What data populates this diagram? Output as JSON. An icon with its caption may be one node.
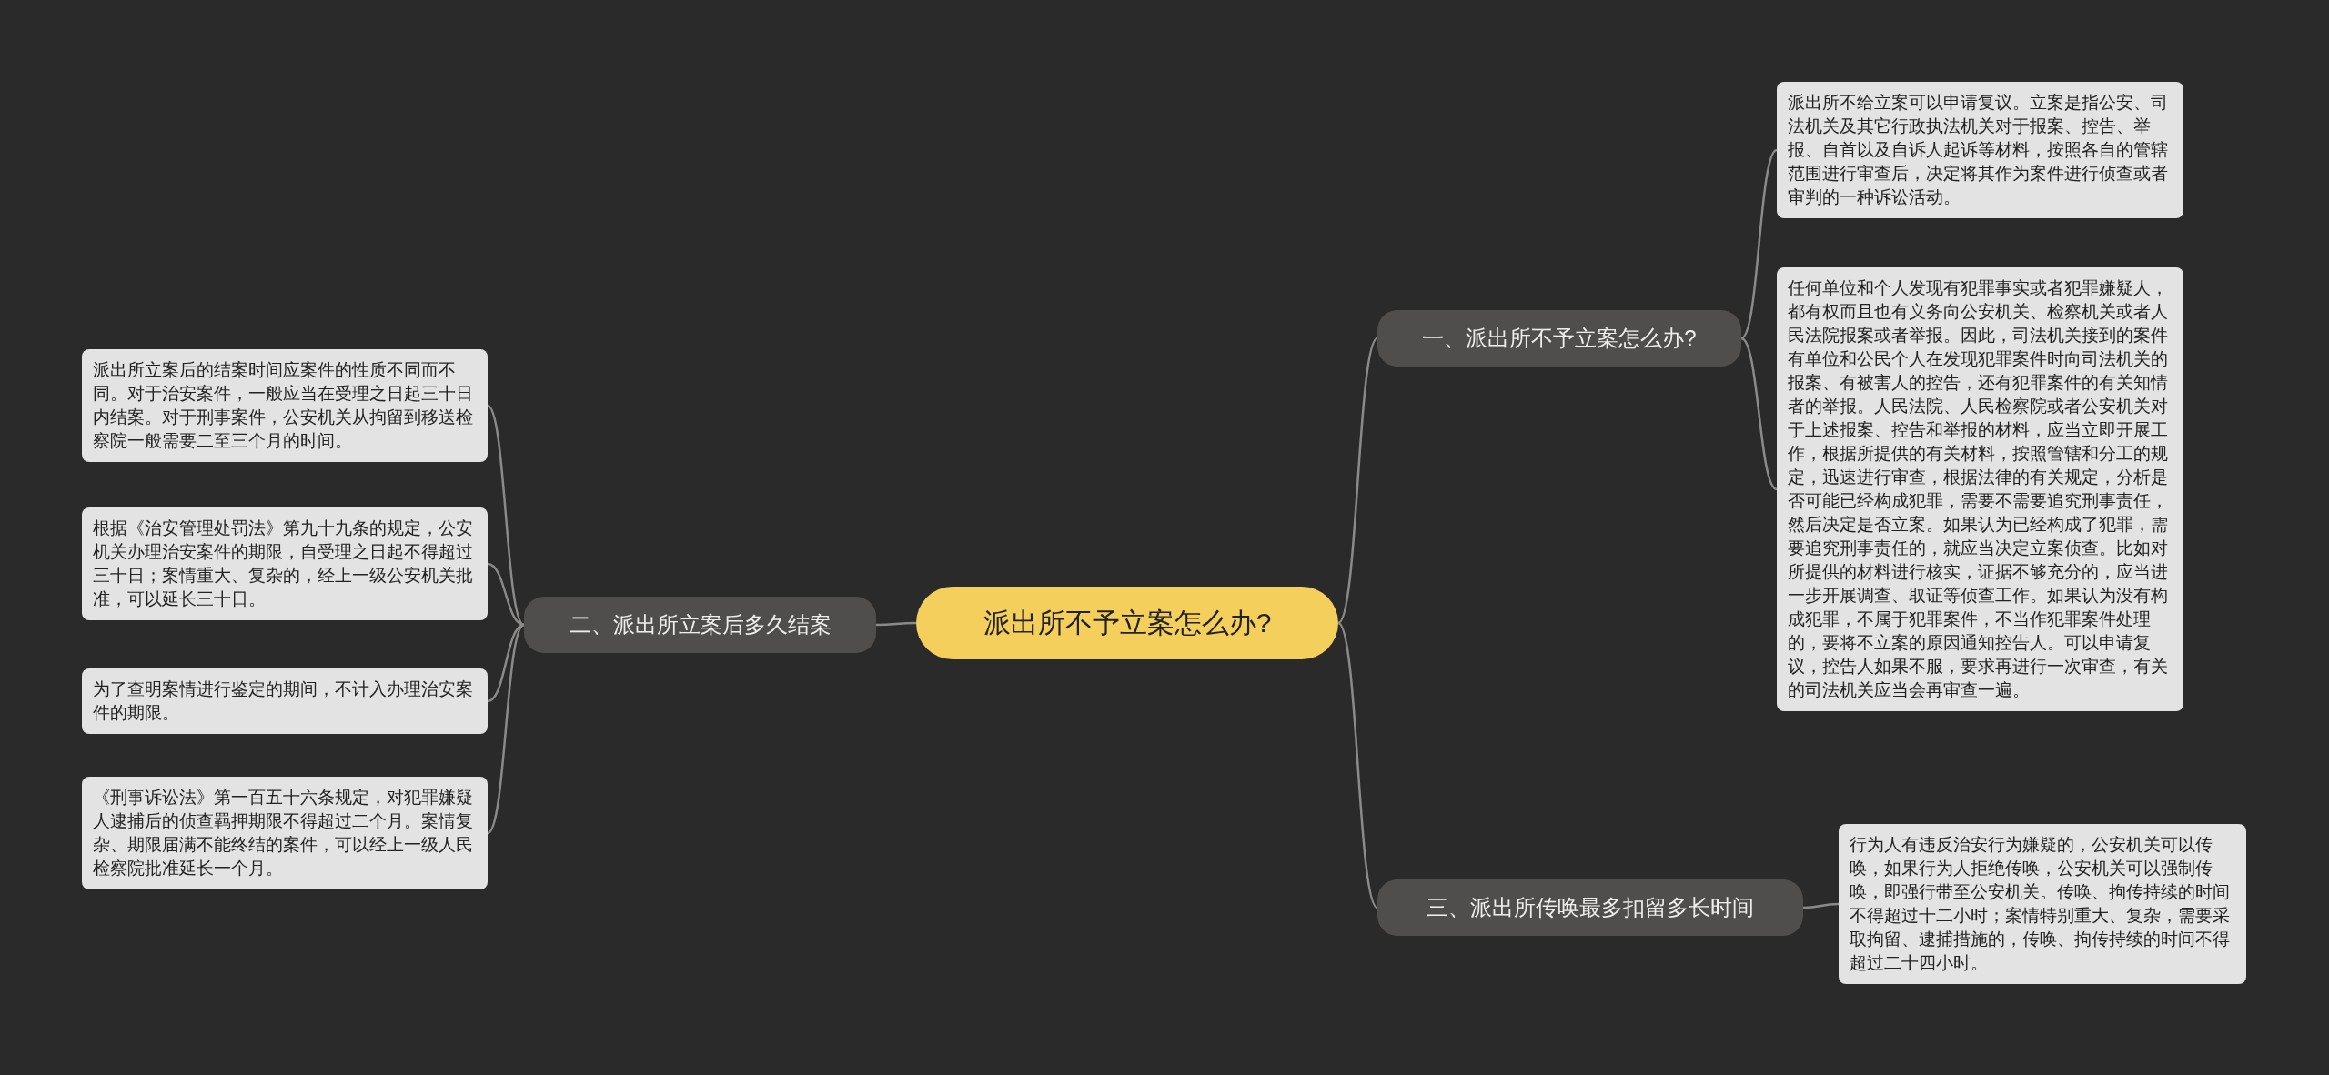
{
  "diagram": {
    "nodes": [
      {
        "text": [
          "派出所不予立案怎么办?"
        ]
      },
      {
        "text": [
          "一、派出所不予立案怎么办?"
        ]
      },
      {
        "text": [
          "派出所不给立案可以申请复议。立案是指公安、司法机关及其它行政执法机关对于报案、控告、举报、自首以及自诉人起诉等材料，按照各自的管辖范围进行审查后，决定将其作为案件进行侦查或者审判的一种诉讼活动。"
        ]
      },
      {
        "text": [
          "任何单位和个人发现有犯罪事实或者犯罪嫌疑人，都有权而且也有义务向公安机关、检察机关或者人民法院报案或者举报。因此，司法机关接到的案件有单位和公民个人在发现犯罪案件时向司法机关的报案、有被害人的控告，还有犯罪案件的有关知情者的举报。人民法院、人民检察院或者公安机关对于上述报案、控告和举报的材料，应当立即开展工作，根据所提供的有关材料，按照管辖和分工的规定，迅速进行审查，根据法律的有关规定，分析是否可能已经构成犯罪，需要不需要追究刑事责任，然后决定是否立案。如果认为已经构成了犯罪，需要追究刑事责任的，就应当决定立案侦查。比如对所提供的材料进行核实，证据不够充分的，应当进一步开展调查、取证等侦查工作。如果认为没有构成犯罪，不属于犯罪案件，不当作犯罪案件处理的，要将不立案的原因通知控告人。可以申请复议，控告人如果不服，要求再进行一次审查，有关的司法机关应当会再审查一遍。"
        ]
      },
      {
        "text": [
          "二、派出所立案后多久结案"
        ]
      },
      {
        "text": [
          "派出所立案后的结案时间应案件的性质不同而不同。对于治安案件，一般应当在受理之日起三十日内结案。对于刑事案件，公安机关从拘留到移送检察院一般需要二至三个月的时间。"
        ]
      },
      {
        "text": [
          "根据《治安管理处罚法》第九十九条的规定，公安机关办理治安案件的期限，自受理之日起不得超过三十日；案情重大、复杂的，经上一级公安机关批准，可以延长三十日。"
        ]
      },
      {
        "text": [
          "为了查明案情进行鉴定的期间，不计入办理治安案件的期限。"
        ]
      },
      {
        "text": [
          "《刑事诉讼法》第一百五十六条规定，对犯罪嫌疑人逮捕后的侦查羁押期限不得超过二个月。案情复杂、期限届满不能终结的案件，可以经上一级人民检察院批准延长一个月。"
        ]
      },
      {
        "text": [
          "三、派出所传唤最多扣留多长时间"
        ]
      },
      {
        "text": [
          "行为人有违反治安行为嫌疑的，公安机关可以传唤，如果行为人拒绝传唤，公安机关可以强制传唤，即强行带至公安机关。传唤、拘传持续的时间不得超过十二小时；案情特别重大、复杂，需要采取拘留、逮捕措施的，传唤、拘传持续的时间不得超过二十四小时。"
        ]
      }
    ],
    "edges": [
      {
        "from": 0,
        "to": 1,
        "arrow": "none"
      },
      {
        "from": 1,
        "to": 2,
        "arrow": "none"
      },
      {
        "from": 1,
        "to": 3,
        "arrow": "none"
      },
      {
        "from": 0,
        "to": 4,
        "arrow": "none"
      },
      {
        "from": 4,
        "to": 5,
        "arrow": "none"
      },
      {
        "from": 4,
        "to": 6,
        "arrow": "none"
      },
      {
        "from": 4,
        "to": 7,
        "arrow": "none"
      },
      {
        "from": 4,
        "to": 8,
        "arrow": "none"
      },
      {
        "from": 0,
        "to": 9,
        "arrow": "none"
      },
      {
        "from": 9,
        "to": 10,
        "arrow": "none"
      }
    ]
  }
}
